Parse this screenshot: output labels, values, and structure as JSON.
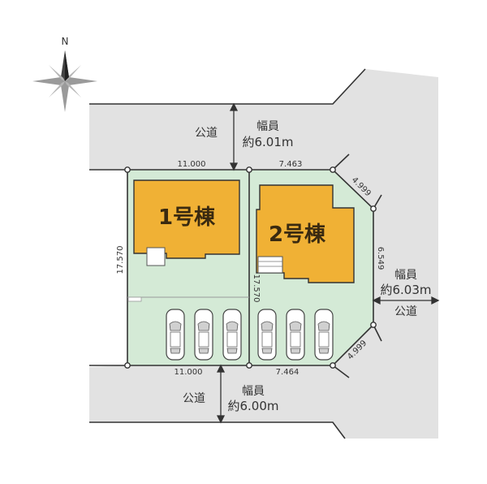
{
  "compass": {
    "north_label": "N",
    "icon": "compass-rose-icon"
  },
  "colors": {
    "road": "#e2e2e2",
    "lot": "#d4ead6",
    "building": "#f0b135",
    "outline": "#333333",
    "car": "#ffffff"
  },
  "buildings": [
    {
      "label": "1号棟"
    },
    {
      "label": "2号棟"
    }
  ],
  "roads": {
    "north": {
      "type": "公道",
      "width_title": "幅員",
      "width_value": "約6.01m"
    },
    "south": {
      "type": "公道",
      "width_title": "幅員",
      "width_value": "約6.00m"
    },
    "east": {
      "type": "公道",
      "width_title": "幅員",
      "width_value": "約6.03m"
    }
  },
  "dimensions": {
    "lot1_top": "11.000",
    "lot2_top": "7.463",
    "lot1_bottom": "11.000",
    "lot2_bottom": "7.464",
    "lot1_left": "17.570",
    "lot_divider": "17.570",
    "corner_ne": "4.999",
    "east_side": "6.549",
    "corner_se": "4.999"
  },
  "parking": {
    "lot1_cars": 3,
    "lot2_cars": 3
  }
}
